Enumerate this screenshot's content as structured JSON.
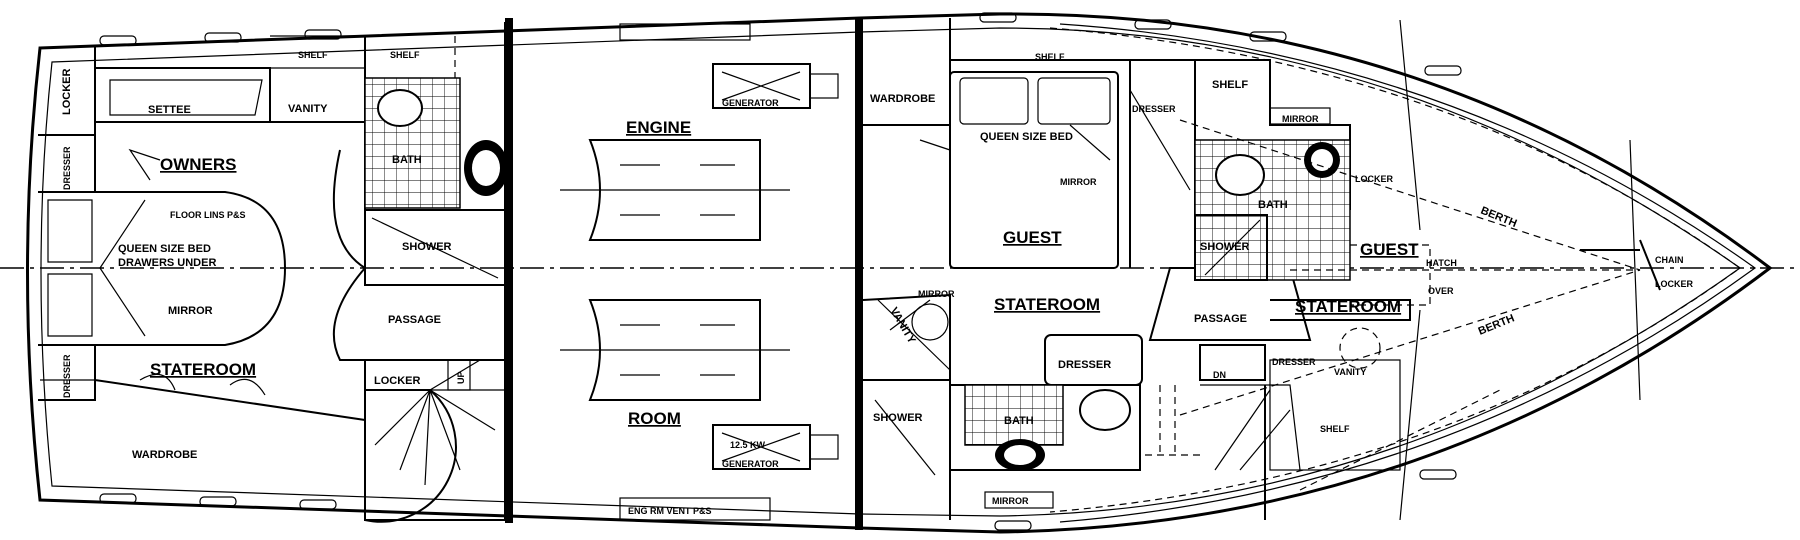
{
  "rooms": {
    "owners": "OWNERS",
    "stateroom_aft": "STATEROOM",
    "engine": "ENGINE",
    "room": "ROOM",
    "guest_mid": "GUEST",
    "stateroom_mid": "STATEROOM",
    "guest_fwd": "GUEST",
    "stateroom_fwd": "STATEROOM"
  },
  "labels": {
    "locker_aft": "LOCKER",
    "dresser_aft_top": "DRESSER",
    "dresser_aft_bottom": "DRESSER",
    "settee": "SETTEE",
    "shelf_1": "SHELF",
    "shelf_2": "SHELF",
    "vanity_aft": "VANITY",
    "bath_aft": "BATH",
    "floor_lins": "FLOOR LINS P&S",
    "queen_bed_aft_1": "QUEEN SIZE BED",
    "queen_bed_aft_2": "DRAWERS UNDER",
    "mirror_aft": "MIRROR",
    "shower_aft": "SHOWER",
    "passage_aft": "PASSAGE",
    "locker_stair": "LOCKER",
    "up": "UP",
    "wardrobe_aft": "WARDROBE",
    "generator_top": "GENERATOR",
    "kw": "12.5 KW",
    "generator_bottom": "GENERATOR",
    "eng_vent": "ENG RM VENT P&S",
    "wardrobe_mid": "WARDROBE",
    "shelf_mid": "SHELF",
    "queen_bed_mid": "QUEEN SIZE BED",
    "dresser_mid": "DRESSER",
    "mirror_mid": "MIRROR",
    "mirror_vanity": "MIRROR",
    "vanity_mid": "VANITY",
    "dresser_lower": "DRESSER",
    "shower_mid": "SHOWER",
    "bath_mid": "BATH",
    "mirror_bottom": "MIRROR",
    "passage_fwd": "PASSAGE",
    "shelf_fwd": "SHELF",
    "mirror_fwd": "MIRROR",
    "locker_fwd": "LOCKER",
    "bath_fwd": "BATH",
    "shower_fwd": "SHOWER",
    "hatch": "HATCH",
    "over": "OVER",
    "dresser_fwd": "DRESSER",
    "vanity_fwd": "VANITY",
    "shelf_fwd_low": "SHELF",
    "berth_top": "BERTH",
    "berth_bottom": "BERTH",
    "chain": "CHAIN",
    "locker_bow": "LOCKER",
    "dn": "DN"
  }
}
